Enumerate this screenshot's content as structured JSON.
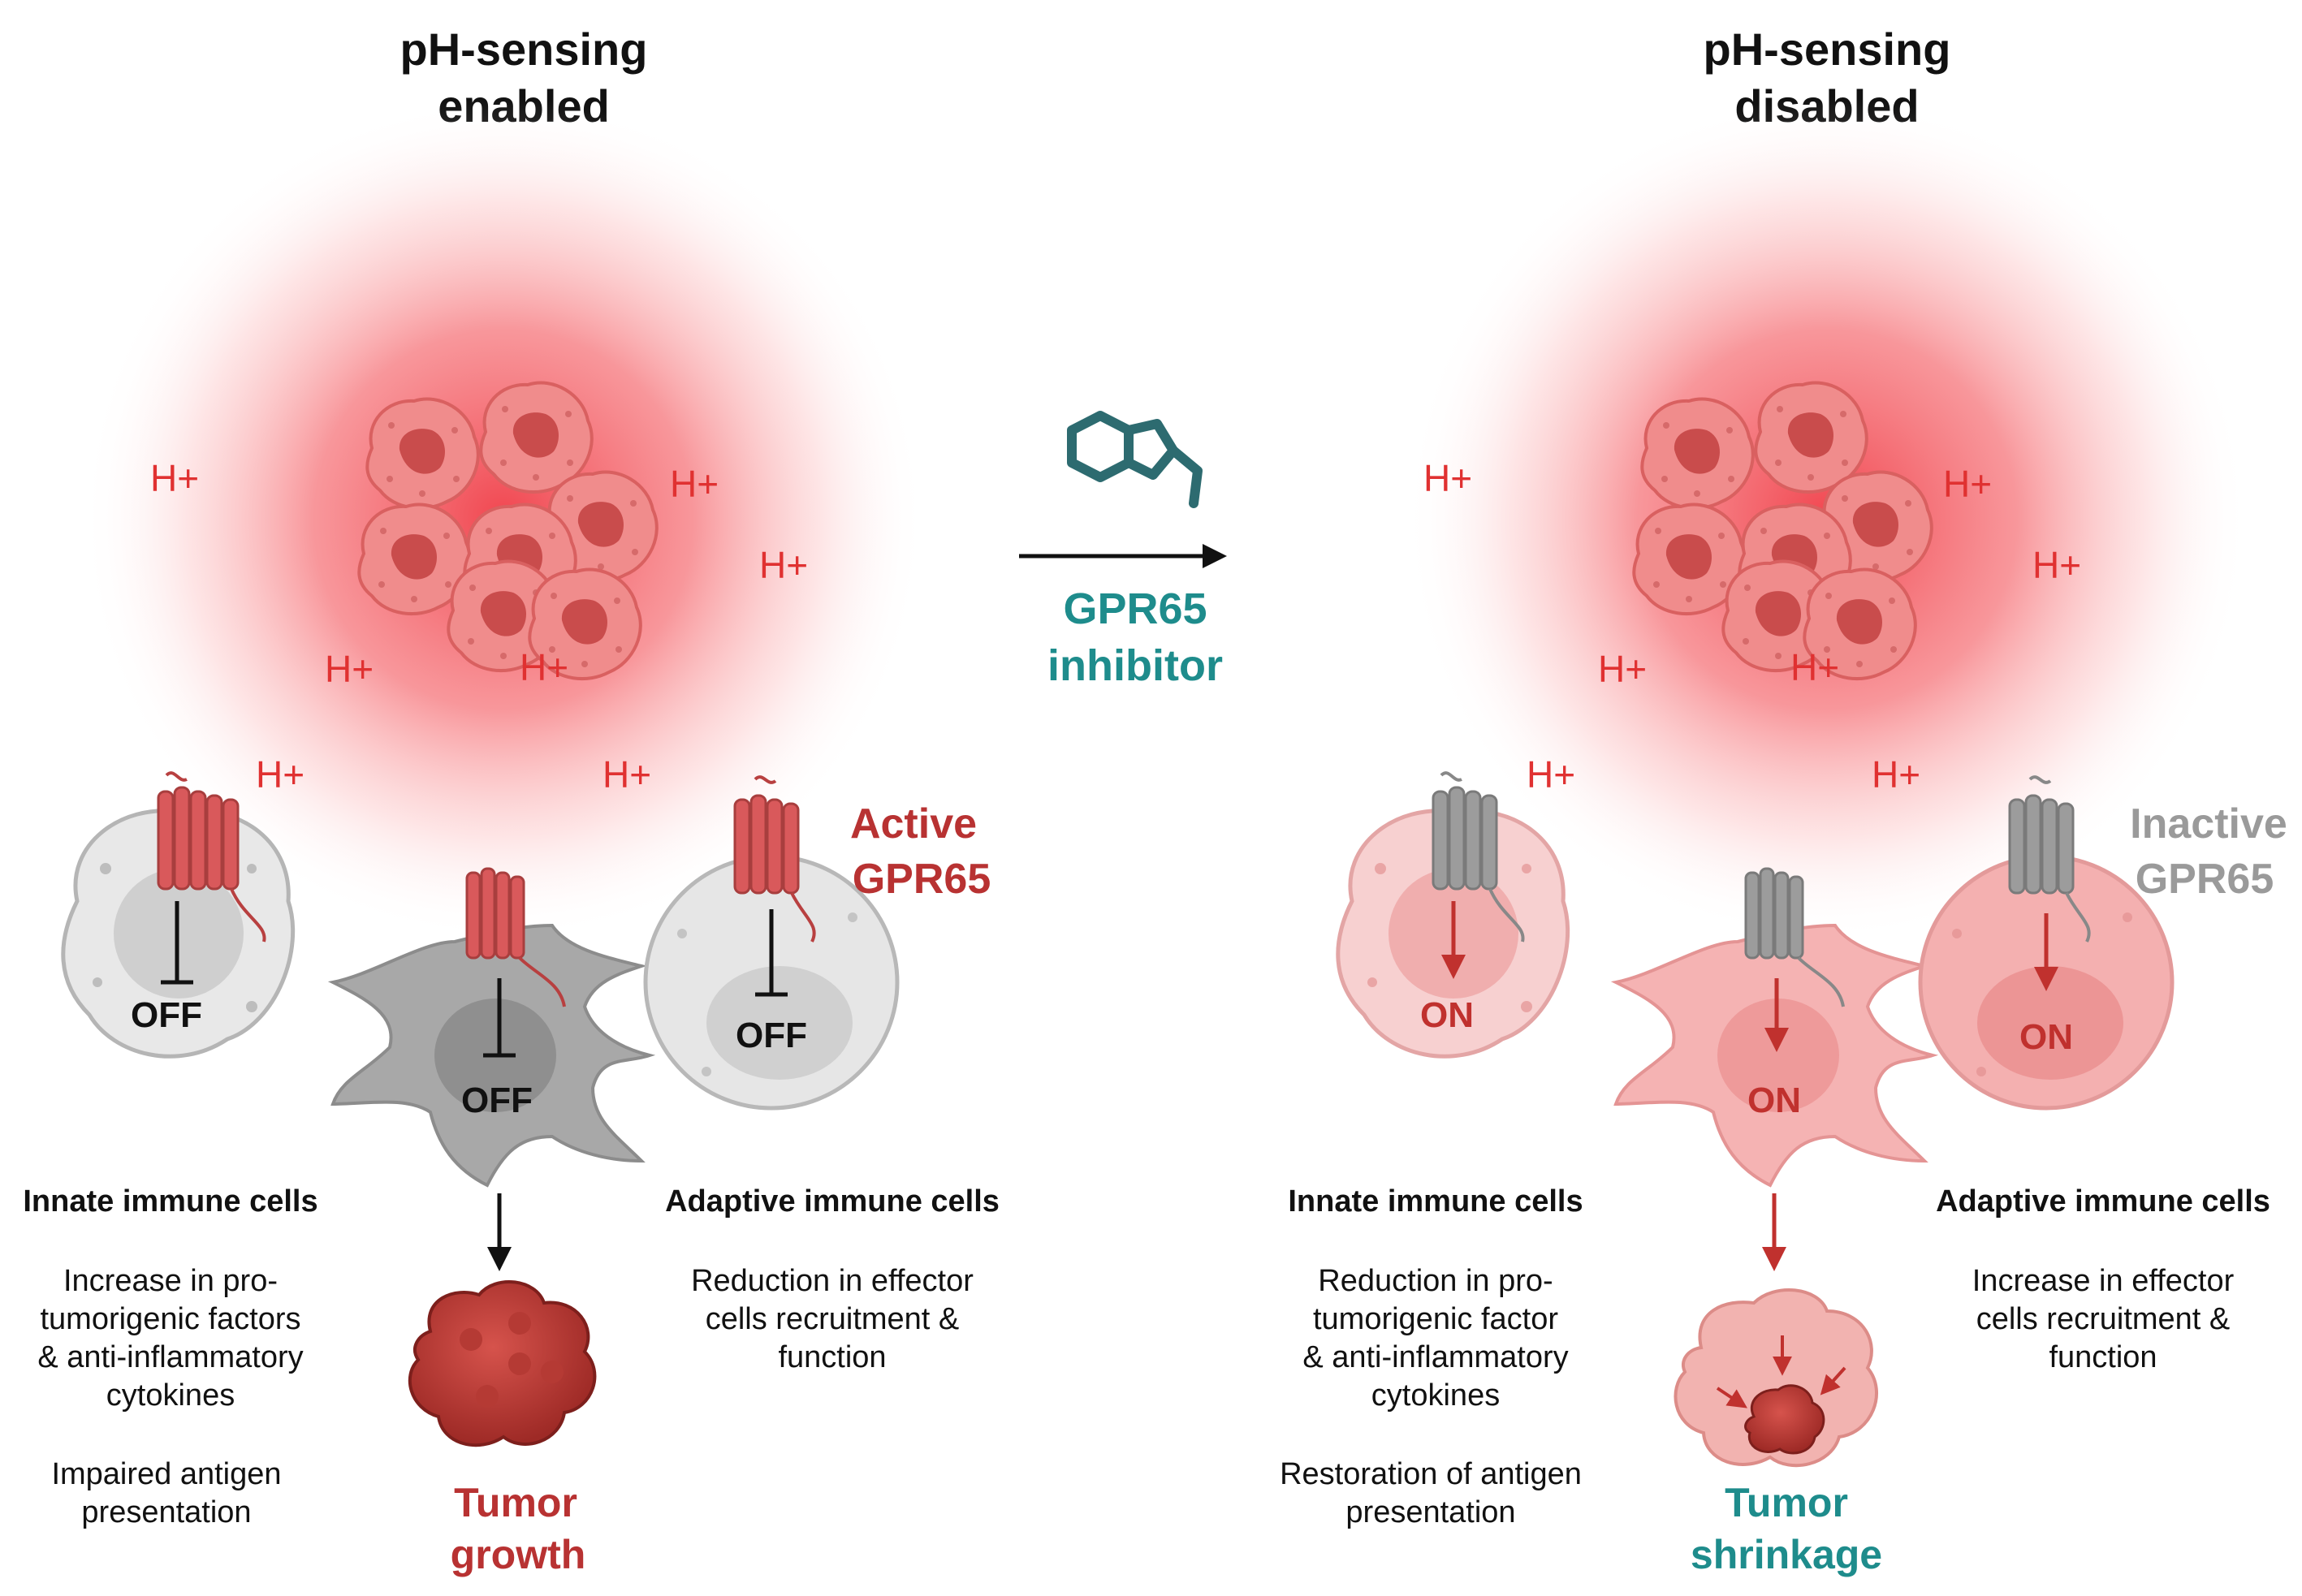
{
  "left_panel": {
    "title_line1": "pH-sensing",
    "title_line2": "enabled",
    "receptor_label_line1": "Active",
    "receptor_label_line2": "GPR65",
    "state_labels": [
      "OFF",
      "OFF",
      "OFF"
    ],
    "innate": {
      "heading": "Innate immune cells",
      "desc_lines": [
        "Increase in pro-",
        "tumorigenic factors",
        "& anti-inflammatory",
        "cytokines"
      ],
      "desc2_lines": [
        "Impaired antigen",
        "presentation"
      ]
    },
    "adaptive": {
      "heading": "Adaptive  immune cells",
      "desc_lines": [
        "Reduction in effector",
        "cells recruitment &",
        "function"
      ]
    },
    "outcome_line1": "Tumor",
    "outcome_line2": "growth"
  },
  "right_panel": {
    "title_line1": "pH-sensing",
    "title_line2": "disabled",
    "receptor_label_line1": "Inactive",
    "receptor_label_line2": "GPR65",
    "state_labels": [
      "ON",
      "ON",
      "ON"
    ],
    "innate": {
      "heading": "Innate immune cells",
      "desc_lines": [
        "Reduction in pro-",
        "tumorigenic factor",
        "& anti-inflammatory",
        "cytokines"
      ],
      "desc2_lines": [
        "Restoration of antigen",
        "presentation"
      ]
    },
    "adaptive": {
      "heading": "Adaptive  immune cells",
      "desc_lines": [
        "Increase in effector",
        "cells recruitment &",
        "function"
      ]
    },
    "outcome_line1": "Tumor",
    "outcome_line2": "shrinkage"
  },
  "center": {
    "inhibitor_line1": "GPR65",
    "inhibitor_line2": "inhibitor"
  },
  "proton_label": "H+",
  "colors": {
    "red_text": "#e03131",
    "dark_red": "#b83232",
    "teal": "#1e8c8c",
    "gray_text": "#9a9a9a",
    "receptor_active": "#d9595b",
    "receptor_inactive": "#9c9c9c"
  }
}
